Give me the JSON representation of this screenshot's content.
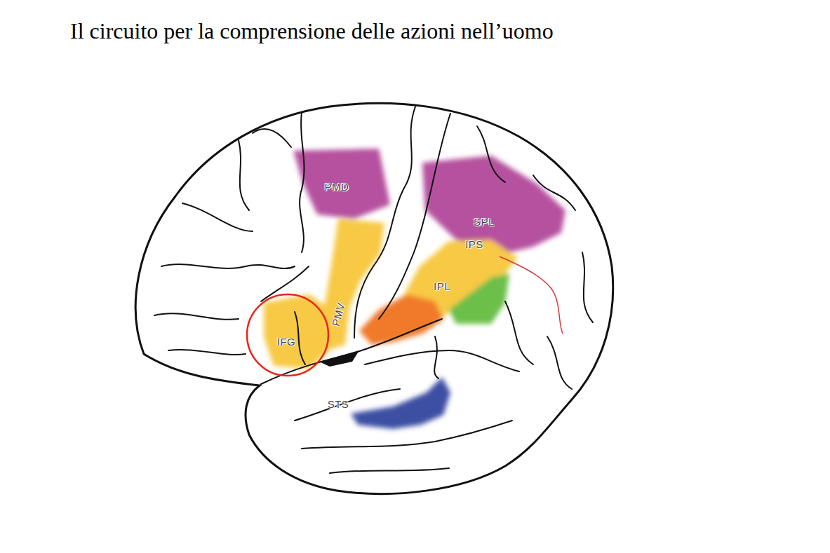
{
  "diagram": {
    "title": "Il circuito per la comprensione delle azioni nell’uomo",
    "labels": [
      "PMD",
      "SPL",
      "IPS",
      "IPL",
      "PMV",
      "IFG",
      "STS"
    ]
  }
}
